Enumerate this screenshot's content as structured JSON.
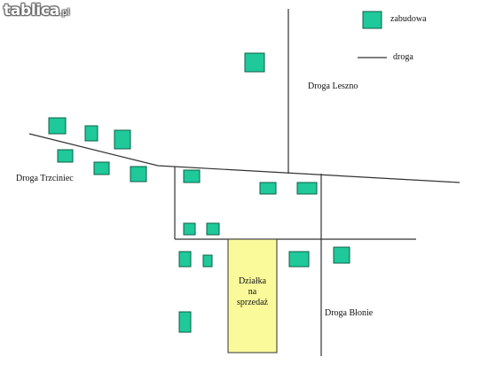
{
  "watermark": {
    "brand": "tablica",
    "suffix": ".pl"
  },
  "legend": {
    "building_label": "zabudowa",
    "road_label": "droga"
  },
  "roads": {
    "leszno": "Droga Leszno",
    "trzciniec": "Droga Trzciniec",
    "blonie": "Droga Błonie"
  },
  "plot": {
    "label": "Działka\nna\nsprzedaż"
  },
  "colors": {
    "building": "#1fc99a",
    "building_border": "#0c5f47",
    "plot": "#fafa9b",
    "road": "#333333"
  }
}
